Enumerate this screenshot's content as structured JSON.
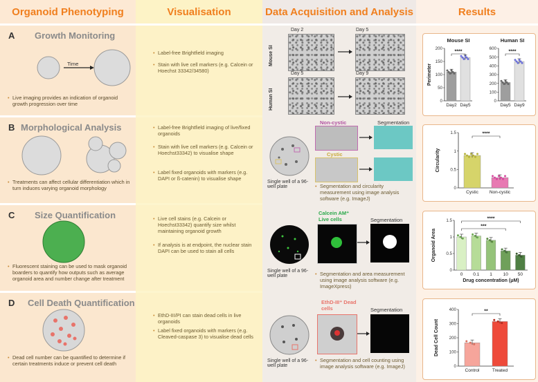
{
  "headers": {
    "col1": "Organoid Phenotyping",
    "col2": "Visualisation",
    "col3": "Data Acquisition and Analysis",
    "col4": "Results"
  },
  "colors": {
    "header_text": "#f07f1e",
    "row_bg": "#fbe7cf",
    "col2_bg": "#fdf3c6",
    "bullet": "#c98b3a"
  },
  "rows": {
    "A": {
      "letter": "A",
      "title": "Growth Monitoring",
      "time_label": "Time",
      "description": "Live imaging provides an indication of organoid growth progression over time",
      "vis": [
        "Label-free Brightfield imaging",
        "Stain with live cell markers (e.g. Calcein or Hoechst 33342/34580)"
      ],
      "img_labels": {
        "day2": "Day 2",
        "day5a": "Day 5",
        "day5b": "Day 5",
        "day9": "Day 9",
        "mouse": "Mouse SI",
        "human": "Human SI"
      }
    },
    "B": {
      "letter": "B",
      "title": "Morphological Analysis",
      "description": "Treatments can affect cellular differentiation which in turn induces varying organoid morphology",
      "vis": [
        "Label-free Brightfield imaging of live/fixed organoids",
        "Stain with live cell markers (e.g. Calcein or Hoechst33342) to visualise shape",
        "Label fixed organoids with markers (e.g. DAPI or ß-catenin) to visualise shape"
      ],
      "noncystic": "Non-cystic",
      "cystic": "Cystic",
      "segmentation": "Segmentation",
      "well": "Single well of a 96-well plate",
      "analysis": "Segmentation and circularity measurement using image analysis software (e.g. ImageJ)"
    },
    "C": {
      "letter": "C",
      "title": "Size Quantification",
      "description": "Fluorescent staining can be used to mask organoid boarders to quantify how outputs such as average organoid area and number change after treatment",
      "vis": [
        "Live cell stains (e.g. Calcein or Hoechst33342) quantify size whilst maintaining organoid growth",
        "If analysis is at endpoint, the nuclear stain DAPI can be used to stain all cells"
      ],
      "stain": "Calcein AM⁺ Live cells",
      "segmentation": "Segmentation",
      "well": "Single well of a 96-well plate",
      "analysis": "Segmentation and area measurement using image analysis software (e.g. ImageXpress)"
    },
    "D": {
      "letter": "D",
      "title": "Cell Death Quantification",
      "description": "Dead cell number can be quantified to determine if certain treatments induce or prevent cell death",
      "vis": [
        "EthD-III/PI can stain dead cells in live organoids",
        "Label fixed organoids with markers (e.g. Cleaved-caspase 3) to visualise dead cells"
      ],
      "stain": "EthD-III⁺ Dead cells",
      "segmentation": "Segmentation",
      "well": "Single well of a 96-well plate",
      "analysis": "Segmentation and cell counting using image analysis software (e.g. ImageJ)"
    }
  },
  "chart_data": [
    {
      "type": "bar",
      "title": "Mouse SI",
      "ylabel": "Perimeter",
      "categories": [
        "Day2",
        "Day5"
      ],
      "values": [
        110,
        165
      ],
      "ylim": [
        0,
        200
      ],
      "yticks": [
        0,
        50,
        100,
        150,
        200
      ],
      "significance": "****",
      "colors": [
        "#9e9e9e",
        "#e0e0e0"
      ]
    },
    {
      "type": "bar",
      "title": "Human SI",
      "ylabel": "",
      "categories": [
        "Day5",
        "Day9"
      ],
      "values": [
        210,
        450
      ],
      "ylim": [
        0,
        600
      ],
      "yticks": [
        0,
        100,
        200,
        300,
        400,
        500,
        600
      ],
      "significance": "****",
      "colors": [
        "#9e9e9e",
        "#e0e0e0"
      ]
    },
    {
      "type": "bar",
      "title": "",
      "ylabel": "Circularity",
      "categories": [
        "Cystic",
        "Non-cystic"
      ],
      "values": [
        0.88,
        0.28
      ],
      "ylim": [
        0,
        1.5
      ],
      "yticks": [
        0.0,
        0.5,
        1.0,
        1.5
      ],
      "significance": "****",
      "colors": [
        "#d6d46a",
        "#e77ab2"
      ]
    },
    {
      "type": "bar",
      "title": "",
      "ylabel": "Organoid Area",
      "xlabel": "Drug concentration (μM)",
      "categories": [
        "0",
        "0.1",
        "1",
        "10",
        "50"
      ],
      "values": [
        1.0,
        1.03,
        0.9,
        0.58,
        0.45
      ],
      "ylim": [
        0,
        1.5
      ],
      "yticks": [
        0.0,
        0.5,
        1.0,
        1.5
      ],
      "significance": [
        "***",
        "****"
      ],
      "colors": [
        "#d9f0c4",
        "#b6dc98",
        "#95c37a",
        "#6fa05a",
        "#4f7f44"
      ]
    },
    {
      "type": "bar",
      "title": "",
      "ylabel": "Dead Cell Count",
      "categories": [
        "Control",
        "Treated"
      ],
      "values": [
        165,
        315
      ],
      "ylim": [
        0,
        400
      ],
      "yticks": [
        0,
        100,
        200,
        300,
        400
      ],
      "significance": "**",
      "colors": [
        "#f6a59b",
        "#ee4a3a"
      ]
    }
  ]
}
